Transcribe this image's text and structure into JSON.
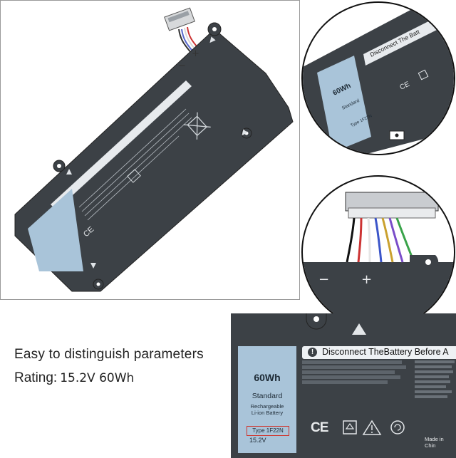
{
  "caption": {
    "headline": "Easy to distinguish parameters",
    "rating_label": "Rating:",
    "rating_value": "15.2V  60Wh"
  },
  "battery_label": {
    "warning": "Disconnect TheBattery Before A",
    "capacity": "60Wh",
    "standard": "Standard",
    "rechargeable": "Rechargeable",
    "chemistry": "Li-ion Battery",
    "type": "Type 1F22N",
    "voltage": "15.2V",
    "made_in": "Made in Chin",
    "ce_mark": "CE"
  },
  "terminals": {
    "minus": "−",
    "plus": "+"
  },
  "colors": {
    "battery_body": "#3c4146",
    "label_blue": "#a9c4d9",
    "warning_strip": "#eef1f4",
    "type_highlight": "#d0342c"
  }
}
